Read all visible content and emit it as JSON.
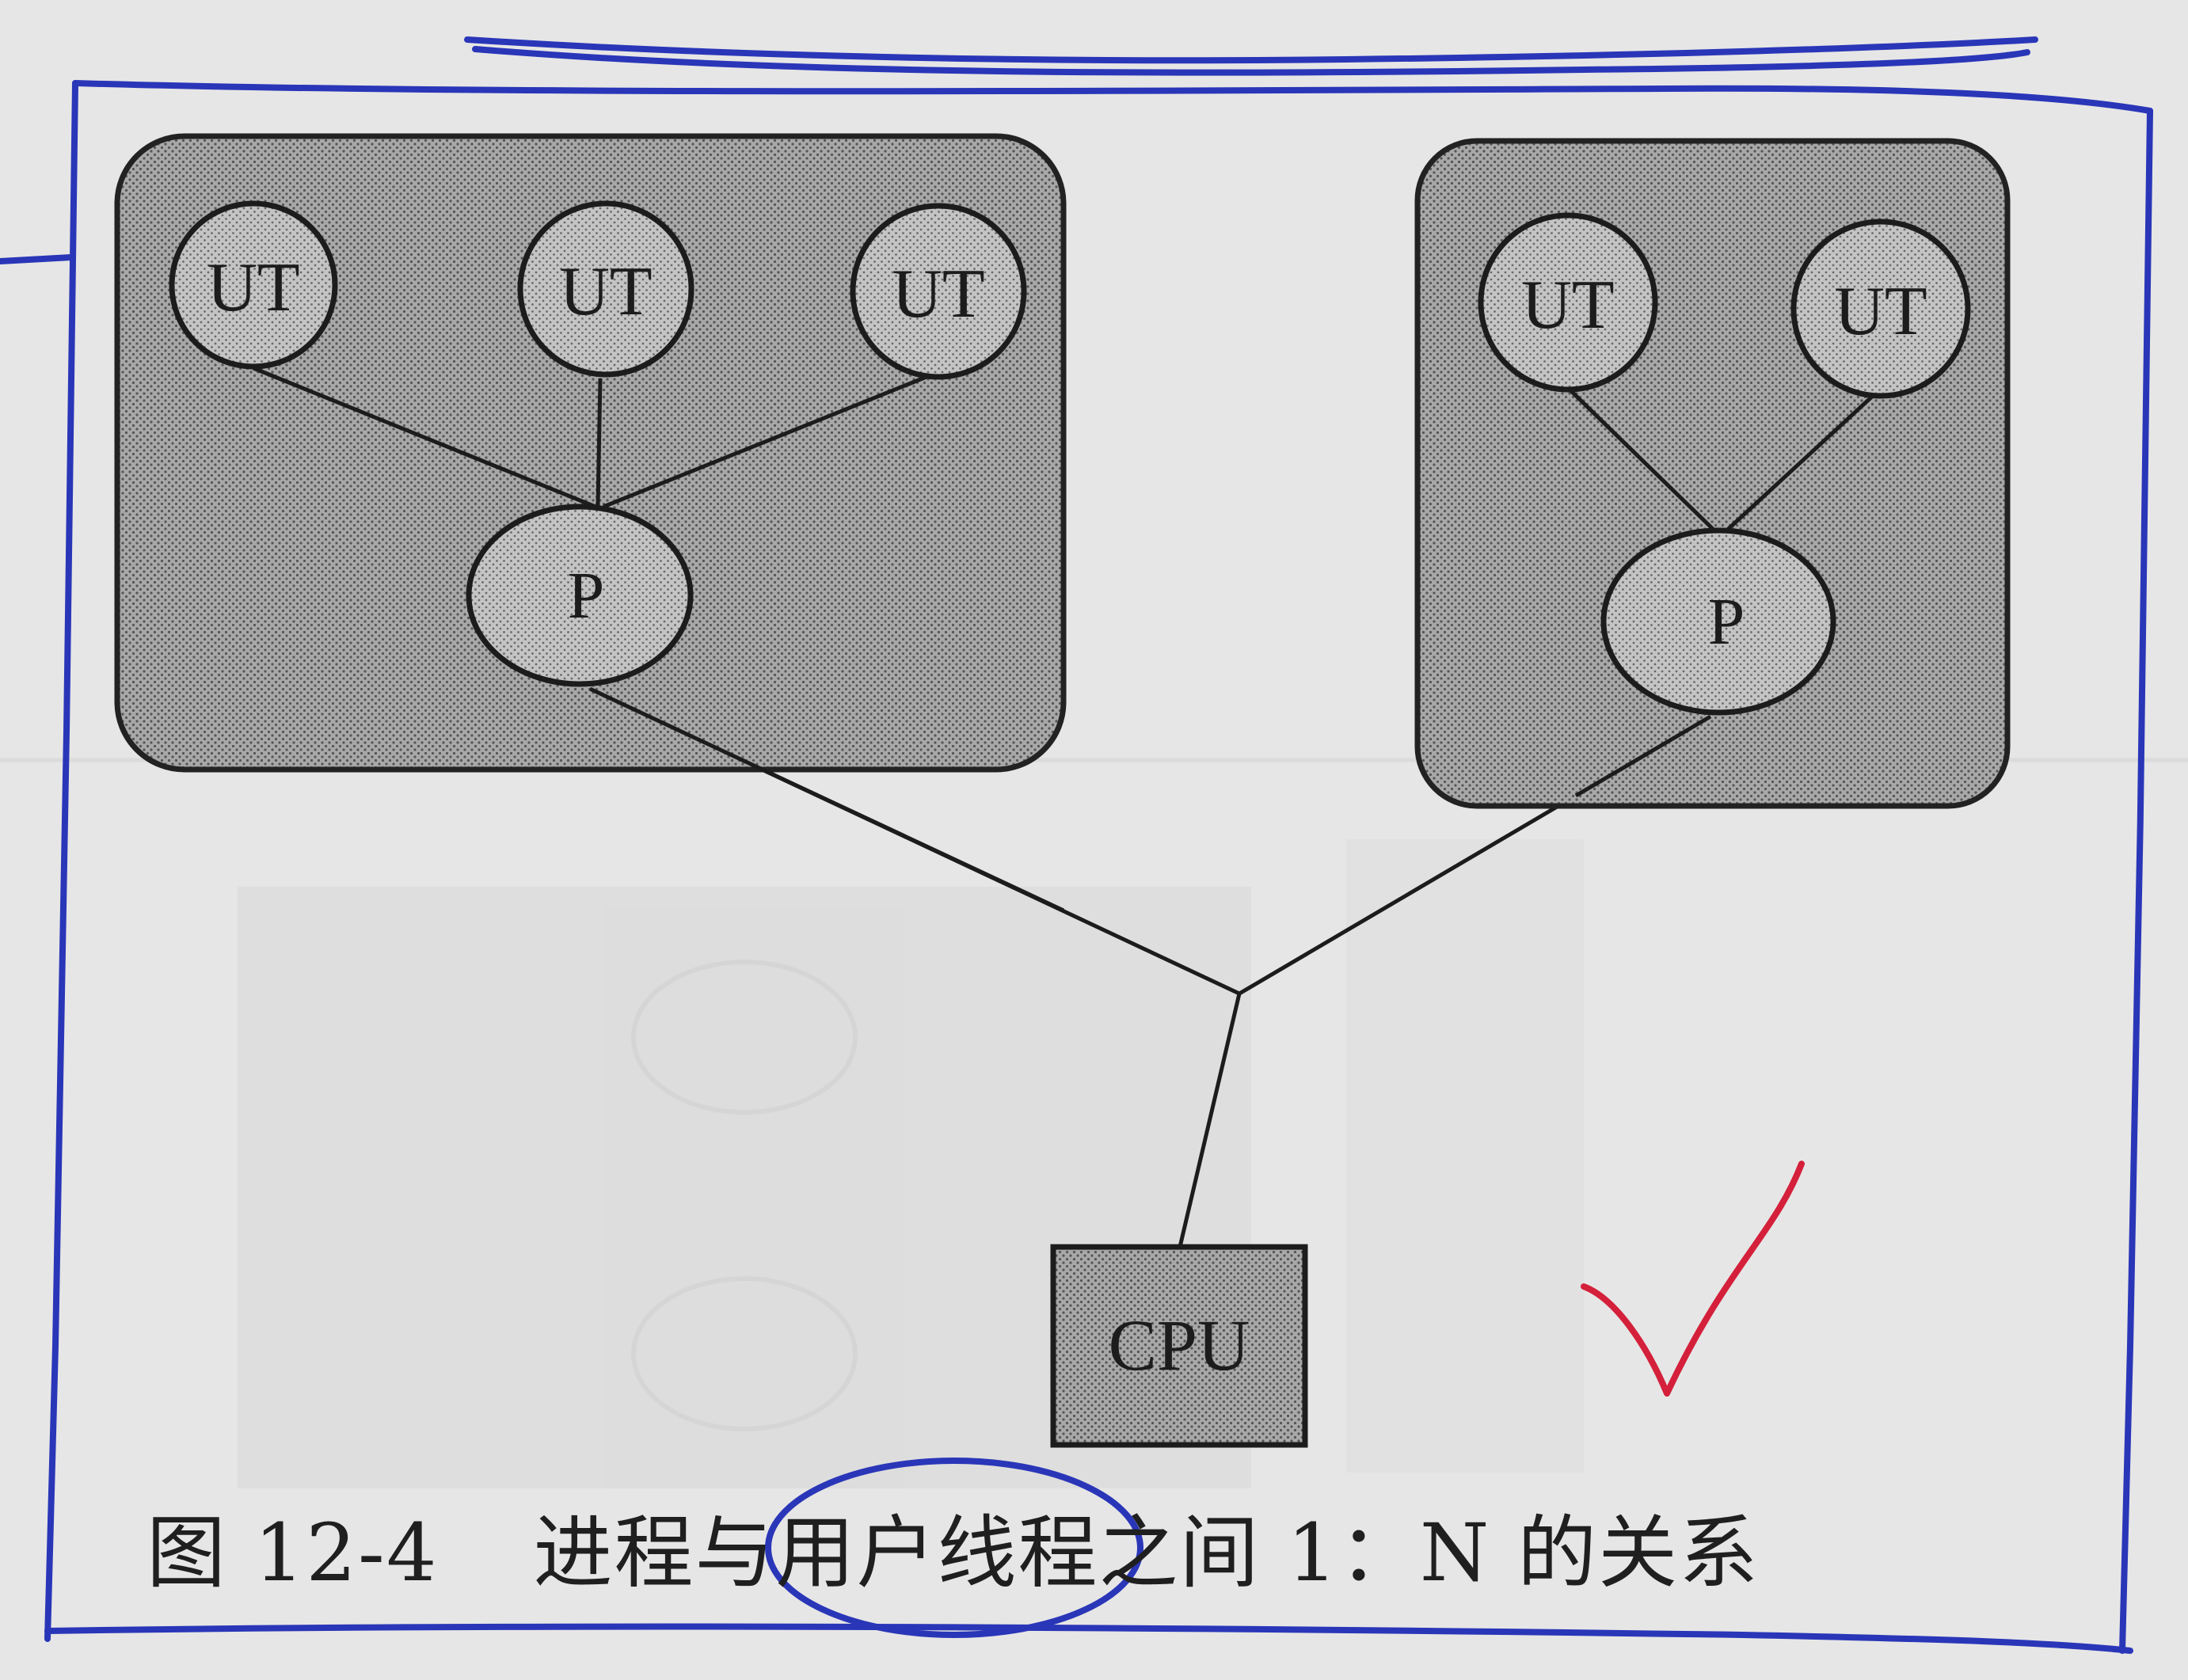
{
  "diagram": {
    "left_process": {
      "threads": [
        "UT",
        "UT",
        "UT"
      ],
      "process": "P"
    },
    "right_process": {
      "threads": [
        "UT",
        "UT"
      ],
      "process": "P"
    },
    "cpu": "CPU"
  },
  "caption": {
    "figure_number": "图 12-4",
    "text": "进程与用户线程之间 1：N 的关系"
  },
  "colors": {
    "paper": "#e6e6e6",
    "process_fill": "#a8a8a8",
    "ink": "#1c1c1c",
    "blue_pen": "#2a36b8",
    "red_pen": "#d4203a"
  }
}
